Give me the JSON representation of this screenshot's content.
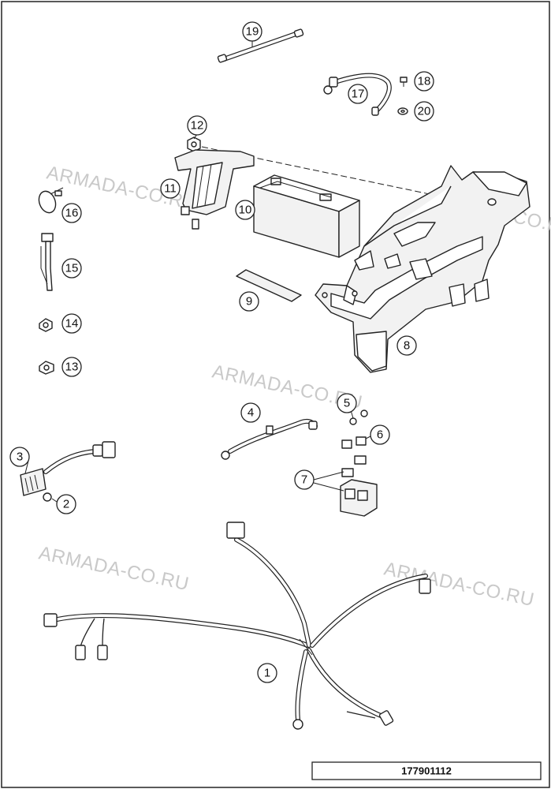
{
  "watermark": "ARMADA-CO.RU",
  "drawing_code": "177901112",
  "callouts": [
    "1",
    "2",
    "3",
    "4",
    "5",
    "6",
    "7",
    "8",
    "9",
    "10",
    "11",
    "12",
    "13",
    "14",
    "15",
    "16",
    "17",
    "18",
    "19",
    "20"
  ]
}
